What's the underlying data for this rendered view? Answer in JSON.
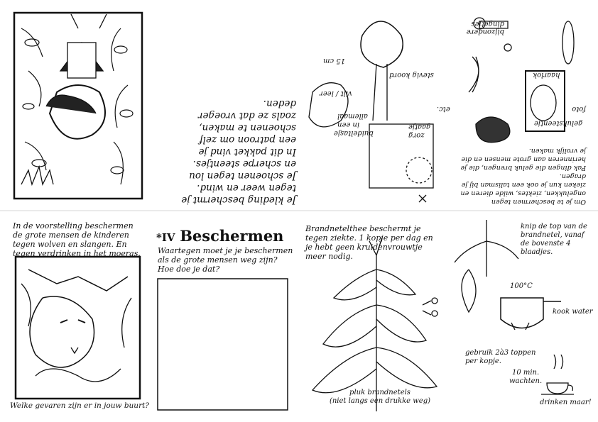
{
  "top_panels": {
    "panel2": {
      "lines": [
        "Je kleding beschermt je",
        "tegen weer en wind.",
        "Je schoenen tegen lou",
        "en scherpe steentjes.",
        "In dit pakket vind je",
        "een patroon om zelf",
        "schoenen te maken,",
        "zoals ze dat vroeger",
        "deden."
      ]
    },
    "panel3": {
      "labels": [
        "stevig koord",
        "vilt / leer",
        "15 cm",
        "etc.",
        "zorg",
        "gaatje",
        "allemaal",
        "in een",
        "buideltasje"
      ]
    },
    "panel4": {
      "labels": [
        "bijzondere dingetjes",
        "haarlok",
        "foto",
        "geluksteentje",
        "Om je te beschermen tegen ongelukken, ziektes, wilde dieren en zieken kun je ook een talisman bij je dragen.",
        "Pak dingen die geluk brengen, die je herinneren aan grote mensen en die je vrolijk maken."
      ]
    }
  },
  "bottom_panels": {
    "panel1": {
      "intro": "In de voorstelling beschermen de grote mensen de kinderen tegen wolven en slangen. En tegen verdrinken in het moeras.",
      "caption": "Welke gevaren zijn er in jouw buurt?"
    },
    "panel2": {
      "title_prefix": "*IV",
      "title": "Beschermen",
      "question_line1": "Waartegen moet je je beschermen",
      "question_line2": "als de grote mensen weg zijn?",
      "question_line3": "Hoe doe je dat?"
    },
    "panel3": {
      "heading": "Brandnetelthee beschermt je tegen ziekte. 1 kopje per dag en je hebt geen kruidenvrouwtje meer nodig.",
      "caption_line1": "pluk brandnetels",
      "caption_line2": "(niet langs een drukke weg)"
    },
    "panel4": {
      "instruction": "knip de top van de brandnetel, vanaf de bovenste 4 blaadjes.",
      "temperature": "100°C",
      "boil_label": "kook water",
      "use_line1": "gebruik 2à3 toppen",
      "use_line2": "per kopje.",
      "wait_line1": "10 min.",
      "wait_line2": "wachten.",
      "drink": "drinken maar!"
    }
  },
  "colors": {
    "ink": "#111111",
    "paper": "#ffffff"
  }
}
